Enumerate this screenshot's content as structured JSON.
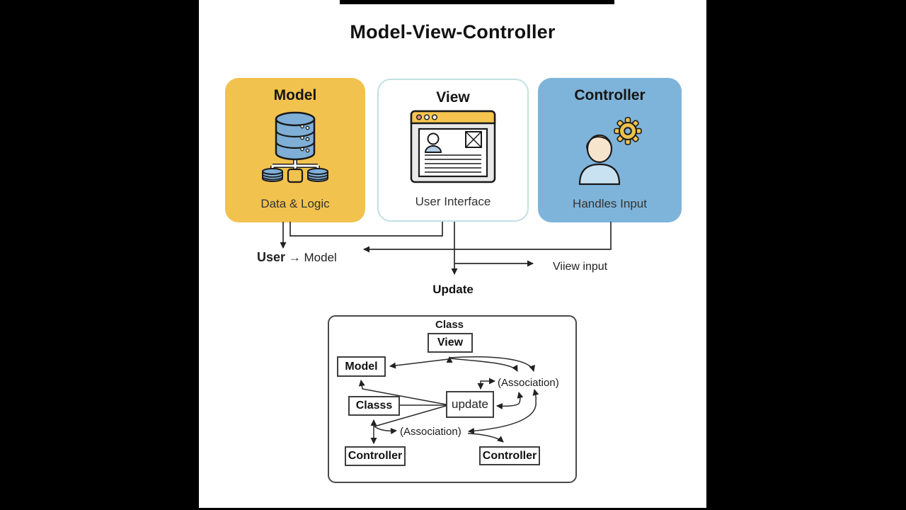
{
  "title": "Model-View-Controller",
  "cards": {
    "model": {
      "title": "Model",
      "subtitle": "Data & Logic"
    },
    "view": {
      "title": "View",
      "subtitle": "User Interface"
    },
    "controller": {
      "title": "Controller",
      "subtitle": "Handles Input"
    }
  },
  "flow": {
    "user": "User",
    "user_arrow": "→",
    "user_target": "Model",
    "view_input": "Viiew input",
    "update": "Update"
  },
  "uml": {
    "class_caption": "Class",
    "view": "View",
    "model": "Model",
    "classs": "Classs",
    "update": "update",
    "association_top": "(Association)",
    "association_bottom": "(Association)",
    "controller_left": "Controller",
    "controller_right": "Controller"
  },
  "colors": {
    "model_card_bg": "#F2C24F",
    "view_card_border": "#C2E0E3",
    "controller_card_bg": "#7FB4DA",
    "icon_blue": "#7FAFD6",
    "icon_yellow": "#F5C54F",
    "line": "#2b2b2b"
  }
}
